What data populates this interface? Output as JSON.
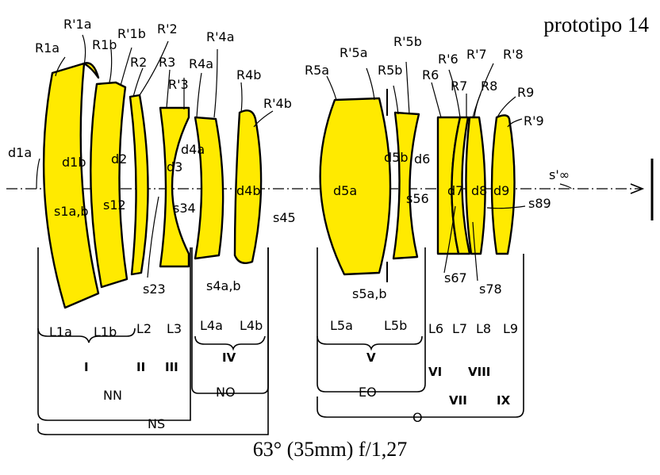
{
  "header": {
    "prototype": "prototipo 14"
  },
  "caption": "63° (35mm) f/1,27",
  "colors": {
    "lens_fill": "#ffea00",
    "outline": "#000000",
    "background": "#ffffff"
  },
  "labels": {
    "R1a_p": "R'1a",
    "R1a": "R1a",
    "R1b": "R1b",
    "R1b_p": "R'1b",
    "R2_p": "R'2",
    "R2": "R2",
    "R3": "R3",
    "R3_p": "R'3",
    "R4a_p": "R'4a",
    "R4a": "R4a",
    "R4b": "R4b",
    "R4b_p": "R'4b",
    "R5a": "R5a",
    "R5a_p": "R'5a",
    "R5b_p": "R'5b",
    "R5b": "R5b",
    "R6": "R6",
    "R6_p": "R'6",
    "R7_p": "R'7",
    "R7": "R7",
    "R8_p": "R'8",
    "R8": "R8",
    "R9": "R9",
    "R9_p": "R'9",
    "d1a": "d1a",
    "d1b": "d1b",
    "d2": "d2",
    "d3": "d3",
    "d4a": "d4a",
    "d4b": "d4b",
    "d5a": "d5a",
    "d5b": "d5b",
    "d6": "d6",
    "d7": "d7",
    "d8": "d8",
    "d9": "d9",
    "s1ab": "s1a,b",
    "s12": "s12",
    "s34": "s34",
    "s45": "s45",
    "s56": "s56",
    "s89": "s89",
    "s23": "s23",
    "s4ab": "s4a,b",
    "s5ab": "s5a,b",
    "s67": "s67",
    "s78": "s78",
    "s_inf": "s'∞",
    "L1a": "L1a",
    "L1b": "L1b",
    "L2": "L2",
    "L3": "L3",
    "L4a": "L4a",
    "L4b": "L4b",
    "L5a": "L5a",
    "L5b": "L5b",
    "L6": "L6",
    "L7": "L7",
    "L8": "L8",
    "L9": "L9"
  },
  "groups": {
    "I": "I",
    "II": "II",
    "III": "III",
    "IV": "IV",
    "V": "V",
    "VI": "VI",
    "VII": "VII",
    "VIII": "VIII",
    "IX": "IX",
    "NN": "NN",
    "NO": "NO",
    "NS": "NS",
    "EO": "EO",
    "O": "O"
  }
}
